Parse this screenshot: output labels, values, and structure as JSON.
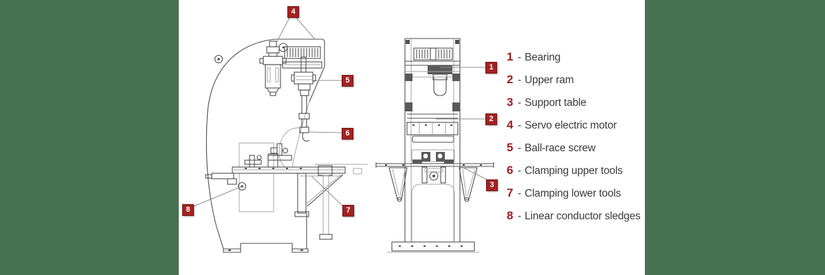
{
  "figure": {
    "description_note": ""
  },
  "legend": {
    "separator": "-",
    "items": [
      {
        "num": "1",
        "label": "Bearing"
      },
      {
        "num": "2",
        "label": "Upper ram"
      },
      {
        "num": "3",
        "label": "Support table"
      },
      {
        "num": "4",
        "label": "Servo electric motor"
      },
      {
        "num": "5",
        "label": "Ball-race screw"
      },
      {
        "num": "6",
        "label": "Clamping upper tools"
      },
      {
        "num": "7",
        "label": "Clamping lower tools"
      },
      {
        "num": "8",
        "label": "Linear conductor sledges"
      }
    ]
  },
  "callouts": [
    {
      "num": "1"
    },
    {
      "num": "2"
    },
    {
      "num": "3"
    },
    {
      "num": "4"
    },
    {
      "num": "5"
    },
    {
      "num": "6"
    },
    {
      "num": "7"
    },
    {
      "num": "8"
    }
  ],
  "colors": {
    "panel_green": "#48714F",
    "panel_white": "#FFFFFF",
    "badge_red": "#A32222",
    "badge_border": "#731212",
    "legend_number_red": "#9E1B1E",
    "legend_text": "#3B3B3B",
    "line_dark": "#4E4E4E",
    "line_light": "#A6A6A6",
    "leader_gray": "#8F8F8F"
  }
}
